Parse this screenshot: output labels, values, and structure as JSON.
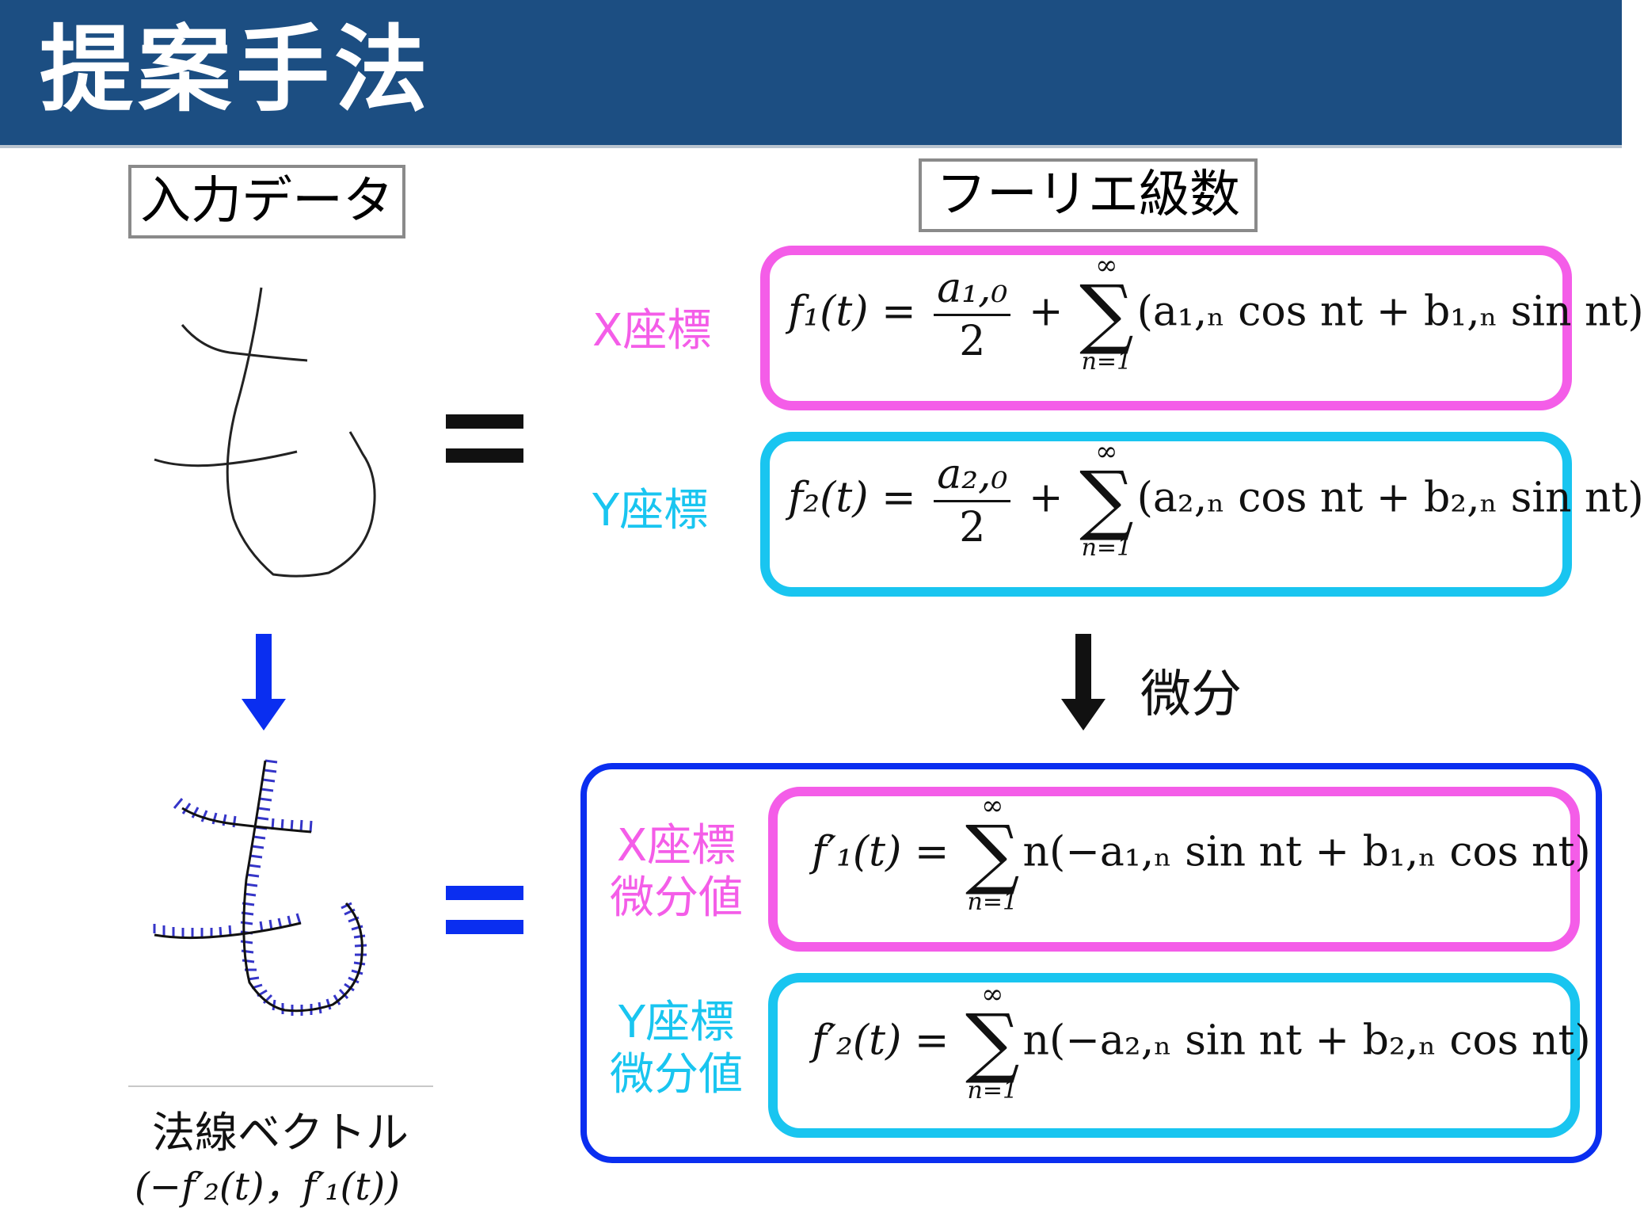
{
  "title": "提案手法",
  "input_label": "入力データ",
  "fourier_label": "フーリエ級数",
  "x_coord": "X座標",
  "y_coord": "Y座標",
  "x_coord_diff": "X座標",
  "y_coord_diff": "Y座標",
  "diff_value": "微分値",
  "diff_value_2": "微分値",
  "diff_arrow_label": "微分",
  "normal_vector": "法線ベクトル",
  "normal_formula": "(−f′₂(t)，f′₁(t))",
  "equations": {
    "f1": {
      "lhs": "f₁(t)",
      "num": "a₁,₀",
      "den": "2",
      "body": "(a₁,ₙ cos nt + b₁,ₙ sin nt)"
    },
    "f2": {
      "lhs": "f₂(t)",
      "num": "a₂,₀",
      "den": "2",
      "body": "(a₂,ₙ cos nt + b₂,ₙ sin nt)"
    },
    "df1": {
      "lhs": "f′₁(t)",
      "body": "n(−a₁,ₙ sin nt + b₁,ₙ cos nt)"
    },
    "df2": {
      "lhs": "f′₂(t)",
      "body": "n(−a₂,ₙ sin nt + b₂,ₙ cos nt)"
    },
    "sum_top": "∞",
    "sum_bottom": "n=1"
  },
  "colors": {
    "header": "#1c4e82",
    "pink": "#f45de8",
    "cyan": "#19c5f0",
    "blue": "#0a2ef0"
  }
}
